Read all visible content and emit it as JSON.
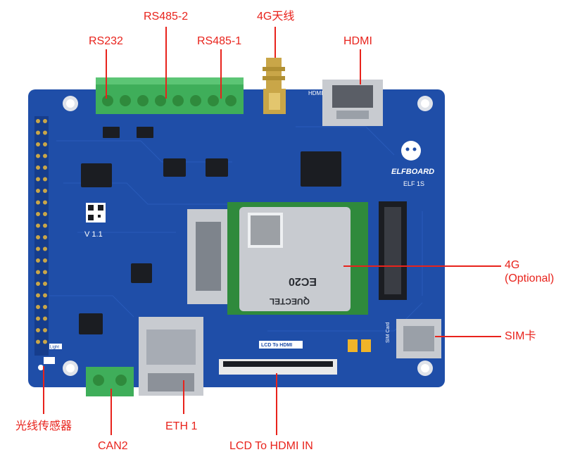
{
  "callouts": {
    "rs232": "RS232",
    "rs485_2": "RS485-2",
    "antenna_4g": "4G天线",
    "rs485_1": "RS485-1",
    "hdmi": "HDMI",
    "module_4g": "4G\n(Optional)",
    "sim": "SIM卡",
    "light_sensor": "光线传感器",
    "can2": "CAN2",
    "eth1": "ETH 1",
    "lcd_to_hdmi": "LCD To HDMI IN"
  },
  "silkscreen": {
    "version": "V 1.1",
    "brand": "ELFBOARD",
    "model": "ELF 1S",
    "hdmi_label": "HDMI",
    "lcd_to_hdmi_label": "LCD To HDMI",
    "sim_card_label": "SIM Card",
    "light_label": "Light",
    "module_brand": "QUECTEL",
    "module_model": "EC20"
  },
  "colors": {
    "callout": "#e8231c",
    "pcb": "#1f4ea8",
    "pcb_dark": "#163d8c",
    "terminal_green": "#3fae5a",
    "module_green": "#2f8a3c",
    "gold": "#c9a648",
    "silver": "#c8cbd0"
  }
}
